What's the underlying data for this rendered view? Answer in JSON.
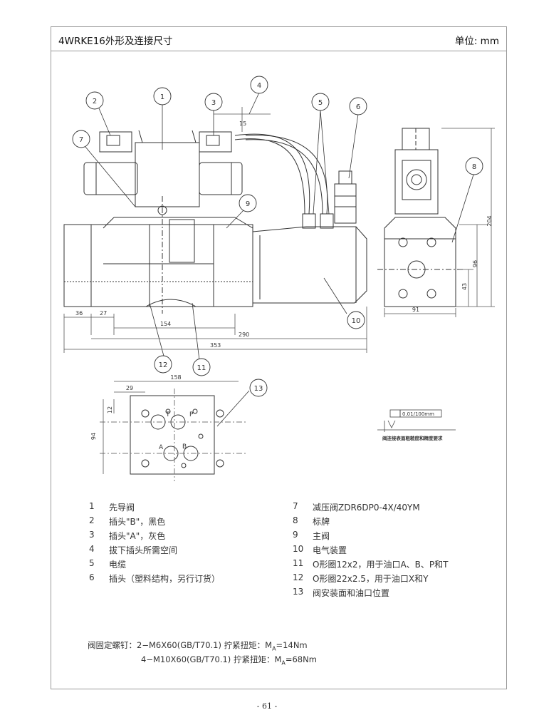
{
  "header": {
    "title": "4WRKE16外形及连接尺寸",
    "unit": "单位: mm"
  },
  "callouts": [
    "1",
    "2",
    "3",
    "4",
    "5",
    "6",
    "7",
    "8",
    "9",
    "10",
    "11",
    "12",
    "13"
  ],
  "dimensions": {
    "d15": "15",
    "d36": "36",
    "d27": "27",
    "d154": "154",
    "d290": "290",
    "d353": "353",
    "d204": "204",
    "d96": "96",
    "d43": "43",
    "d91": "91",
    "d158": "158",
    "d29": "29",
    "d12": "12",
    "d94": "94"
  },
  "port_labels": {
    "T": "T",
    "P": "P",
    "A": "A",
    "B": "B"
  },
  "surface_note": {
    "tolerance": "0.01/100mm",
    "caption": "阀连接表面粗糙度和精度要求"
  },
  "legend_left": [
    {
      "num": "1",
      "text": "先导阀"
    },
    {
      "num": "2",
      "text": "插头\"B\"，黑色"
    },
    {
      "num": "3",
      "text": "插头\"A\"，灰色"
    },
    {
      "num": "4",
      "text": "拔下插头所需空间"
    },
    {
      "num": "5",
      "text": "电缆"
    },
    {
      "num": "6",
      "text": "插头（塑料结构，另行订货）"
    }
  ],
  "legend_right": [
    {
      "num": "7",
      "text": "减压阀ZDR6DP0-4X/40YM"
    },
    {
      "num": "8",
      "text": "标牌"
    },
    {
      "num": "9",
      "text": "主阀"
    },
    {
      "num": "10",
      "text": "电气装置"
    },
    {
      "num": "11",
      "text": "O形圈12x2，用于油口A、B、P和T"
    },
    {
      "num": "12",
      "text": "O形圈22x2.5，用于油口X和Y"
    },
    {
      "num": "13",
      "text": "阀安装面和油口位置"
    }
  ],
  "bolts": {
    "line1": "阀固定螺钉：2−M6X60(GB/T70.1) 拧紧扭矩：M",
    "sub1": "A",
    "torque1": "=14Nm",
    "line2": "4−M10X60(GB/T70.1) 拧紧扭矩：M",
    "sub2": "A",
    "torque2": "=68Nm"
  },
  "footer": {
    "page": "- 61 -"
  }
}
